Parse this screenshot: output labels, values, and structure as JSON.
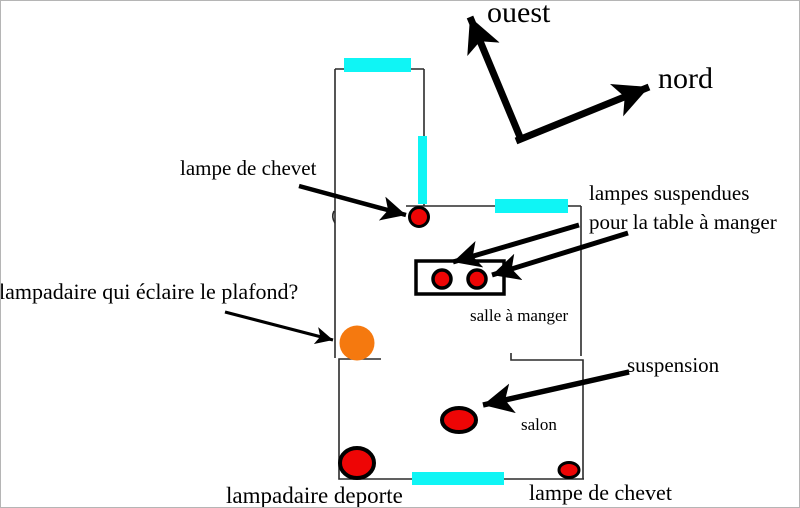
{
  "compass": {
    "west": "ouest",
    "north": "nord"
  },
  "rooms": {
    "dining": "salle à manger",
    "living": "salon"
  },
  "annotations": {
    "bedside_top": "lampe de chevet",
    "pendants_line1": "lampes suspendues",
    "pendants_line2": "pour la table à manger",
    "uplighter": "lampadaire qui éclaire le plafond?",
    "suspension": "suspension",
    "floor_lamp": "lampadaire deporte",
    "bedside_bottom": "lampe de chevet"
  },
  "colors": {
    "lamp_red": "#ee0505",
    "floor_lamp_orange": "#f5790f",
    "window_cyan": "#0ff5f5",
    "wall": "#2b2b2b",
    "ink": "#000000"
  }
}
